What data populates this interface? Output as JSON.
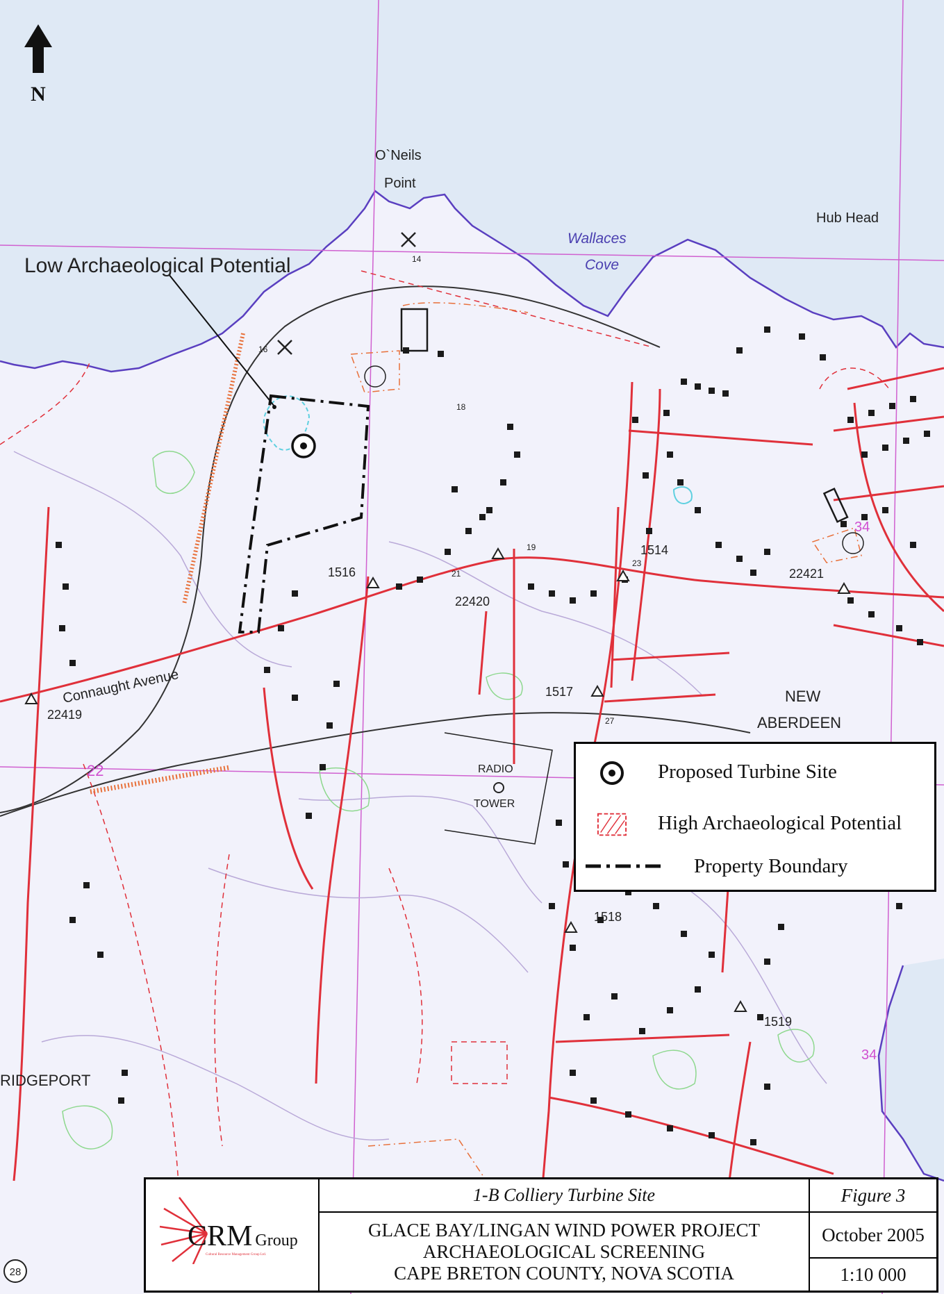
{
  "north_arrow": {
    "label": "N"
  },
  "place_labels": {
    "oneils_point_1": "O`Neils",
    "oneils_point_2": "Point",
    "hub_head": "Hub Head",
    "wallaces": "Wallaces",
    "cove": "Cove",
    "connaught_avenue": "Connaught Avenue",
    "new": "NEW",
    "aberdeen": "ABERDEEN",
    "radio": "RADIO",
    "tower": "TOWER",
    "bridgeport": "RIDGEPORT"
  },
  "spot_labels": {
    "s14": "14",
    "s16": "16",
    "s18": "18",
    "s19": "19",
    "s21": "21",
    "s23": "23",
    "s27": "27",
    "s1516": "1516",
    "s1514": "1514",
    "s1517": "1517",
    "s1518": "1518",
    "s1519": "1519",
    "s22420": "22420",
    "s22421": "22421",
    "s22419": "22419",
    "g34a": "34",
    "g34b": "34",
    "g22": "22",
    "road28": "28"
  },
  "annotation": {
    "low_potential": "Low Archaeological Potential"
  },
  "legend": {
    "turbine": "Proposed Turbine Site",
    "high_potential": "High Archaeological Potential",
    "boundary": "Property Boundary"
  },
  "title_block": {
    "site_name": "1-B Colliery Turbine Site",
    "figure": "Figure 3",
    "project_line1": "GLACE BAY/LINGAN WIND POWER PROJECT",
    "project_line2": "ARCHAEOLOGICAL SCREENING",
    "project_line3": "CAPE BRETON COUNTY, NOVA SCOTIA",
    "date": "October 2005",
    "scale": "1:10 000",
    "logo_main": "CRM",
    "logo_group": "Group",
    "logo_sub": "Cultural Resource Management Group Ltd."
  },
  "colors": {
    "water": "#dfe9f5",
    "land": "#f2f2fb",
    "road": "#e0303a",
    "coast": "#5a3fc0",
    "grid": "#d060d0",
    "building": "#1a1a1a",
    "veg": "#8ed88e"
  }
}
